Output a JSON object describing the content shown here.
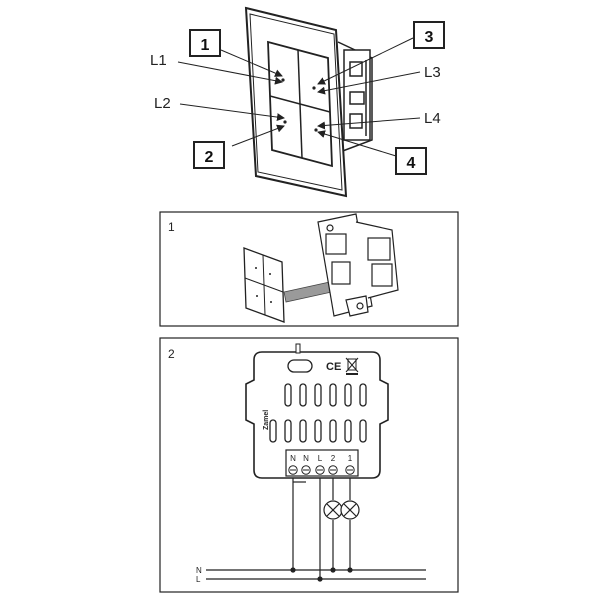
{
  "callouts": {
    "box1": "1",
    "box2": "2",
    "box3": "3",
    "box4": "4",
    "l1": "L1",
    "l2": "L2",
    "l3": "L3",
    "l4": "L4"
  },
  "step1": {
    "number": "1"
  },
  "step2": {
    "number": "2",
    "terminals": [
      "N",
      "N",
      "L",
      "2",
      "1"
    ],
    "line_n": "N",
    "line_l": "L"
  },
  "colors": {
    "line": "#222222",
    "light_gray": "#d9d9d9",
    "panel_fill": "#f2f2f2"
  }
}
